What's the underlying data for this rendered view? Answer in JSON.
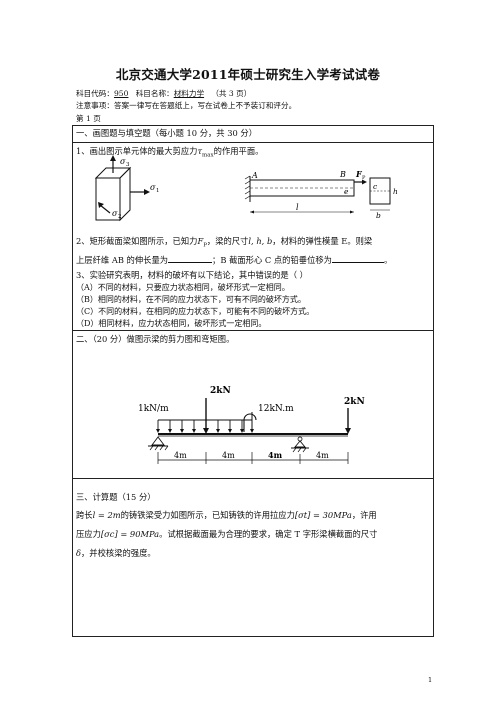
{
  "header": {
    "title": "北京交通大学2011年硕士研究生入学考试试卷",
    "code_label": "科目代码：",
    "code_value": "950",
    "subject_label": "科目名称：",
    "subject_value": "材料力学",
    "pages_note": "（共 3 页）",
    "notice": "注意事项：答案一律写在答题纸上，写在试卷上不予装订和评分。",
    "page_label": "第 1 页"
  },
  "section1": {
    "heading": "一、画图题与填空题（每小题 10 分，共 30 分）",
    "q1": {
      "text_before": "1、画出图示单元体的最大剪应力",
      "symbol": "τ",
      "subscript": "max",
      "text_after": "的作用平面。"
    },
    "fig1": {
      "s3": "σ",
      "s3_sub": "3",
      "s1": "σ",
      "s1_sub": "1",
      "s2": "σ",
      "s2_sub": "2"
    },
    "fig2": {
      "A": "A",
      "B": "B",
      "F": "F",
      "F_sub": "P",
      "e": "e",
      "l": "l",
      "c": "c",
      "h": "h",
      "b": "b"
    },
    "q2": {
      "line1_a": "2、矩形截面梁如图所示，已知力",
      "force": "F",
      "force_sub": "P",
      "line1_b": "，梁的尺寸",
      "dims": "l, h, b",
      "line1_c": "，材料的弹性模量 E。则梁",
      "line2_a": "上层纤维 AB 的伸长量为",
      "line2_b": "；B 截面形心 C 点的铅垂位移为",
      "line2_c": "。"
    },
    "q3": {
      "text": "3、实验研究表明，材料的破坏有以下结论，其中错误的是（    ）",
      "options": [
        "（A）不同的材料，只要应力状态相同，破坏形式一定相同。",
        "（B）相同的材料，在不同的应力状态下，可有不同的破坏方式。",
        "（C）不同的材料，在相同的应力状态下，可能有不同的破坏方式。",
        "（D）相同材料，应力状态相同，破坏形式一定相同。"
      ]
    }
  },
  "section2": {
    "heading": "二、（20 分）做图示梁的剪力图和弯矩图。",
    "fig": {
      "q": "1kN/m",
      "p1": "2kN",
      "m": "12kN.m",
      "p2": "2kN",
      "d1": "4m",
      "d2": "4m",
      "d3": "4m",
      "d4": "4m"
    }
  },
  "section3": {
    "heading": "三、计算题（15 分）",
    "line1_a": "跨长",
    "span": "l = 2m",
    "line1_b": "的铸铁梁受力如图所示，已知铸铁的许用拉应力",
    "tens": "[σt] = 30MPa",
    "line1_c": "，许用",
    "line2_a": "压应力",
    "comp": "[σc] = 90MPa",
    "line2_b": "。试根据截面最为合理的要求，确定 T 字形梁横截面的尺寸",
    "line3_a": "δ",
    "line3_b": "，并校核梁的强度。"
  },
  "footer": {
    "page_number": "1"
  }
}
